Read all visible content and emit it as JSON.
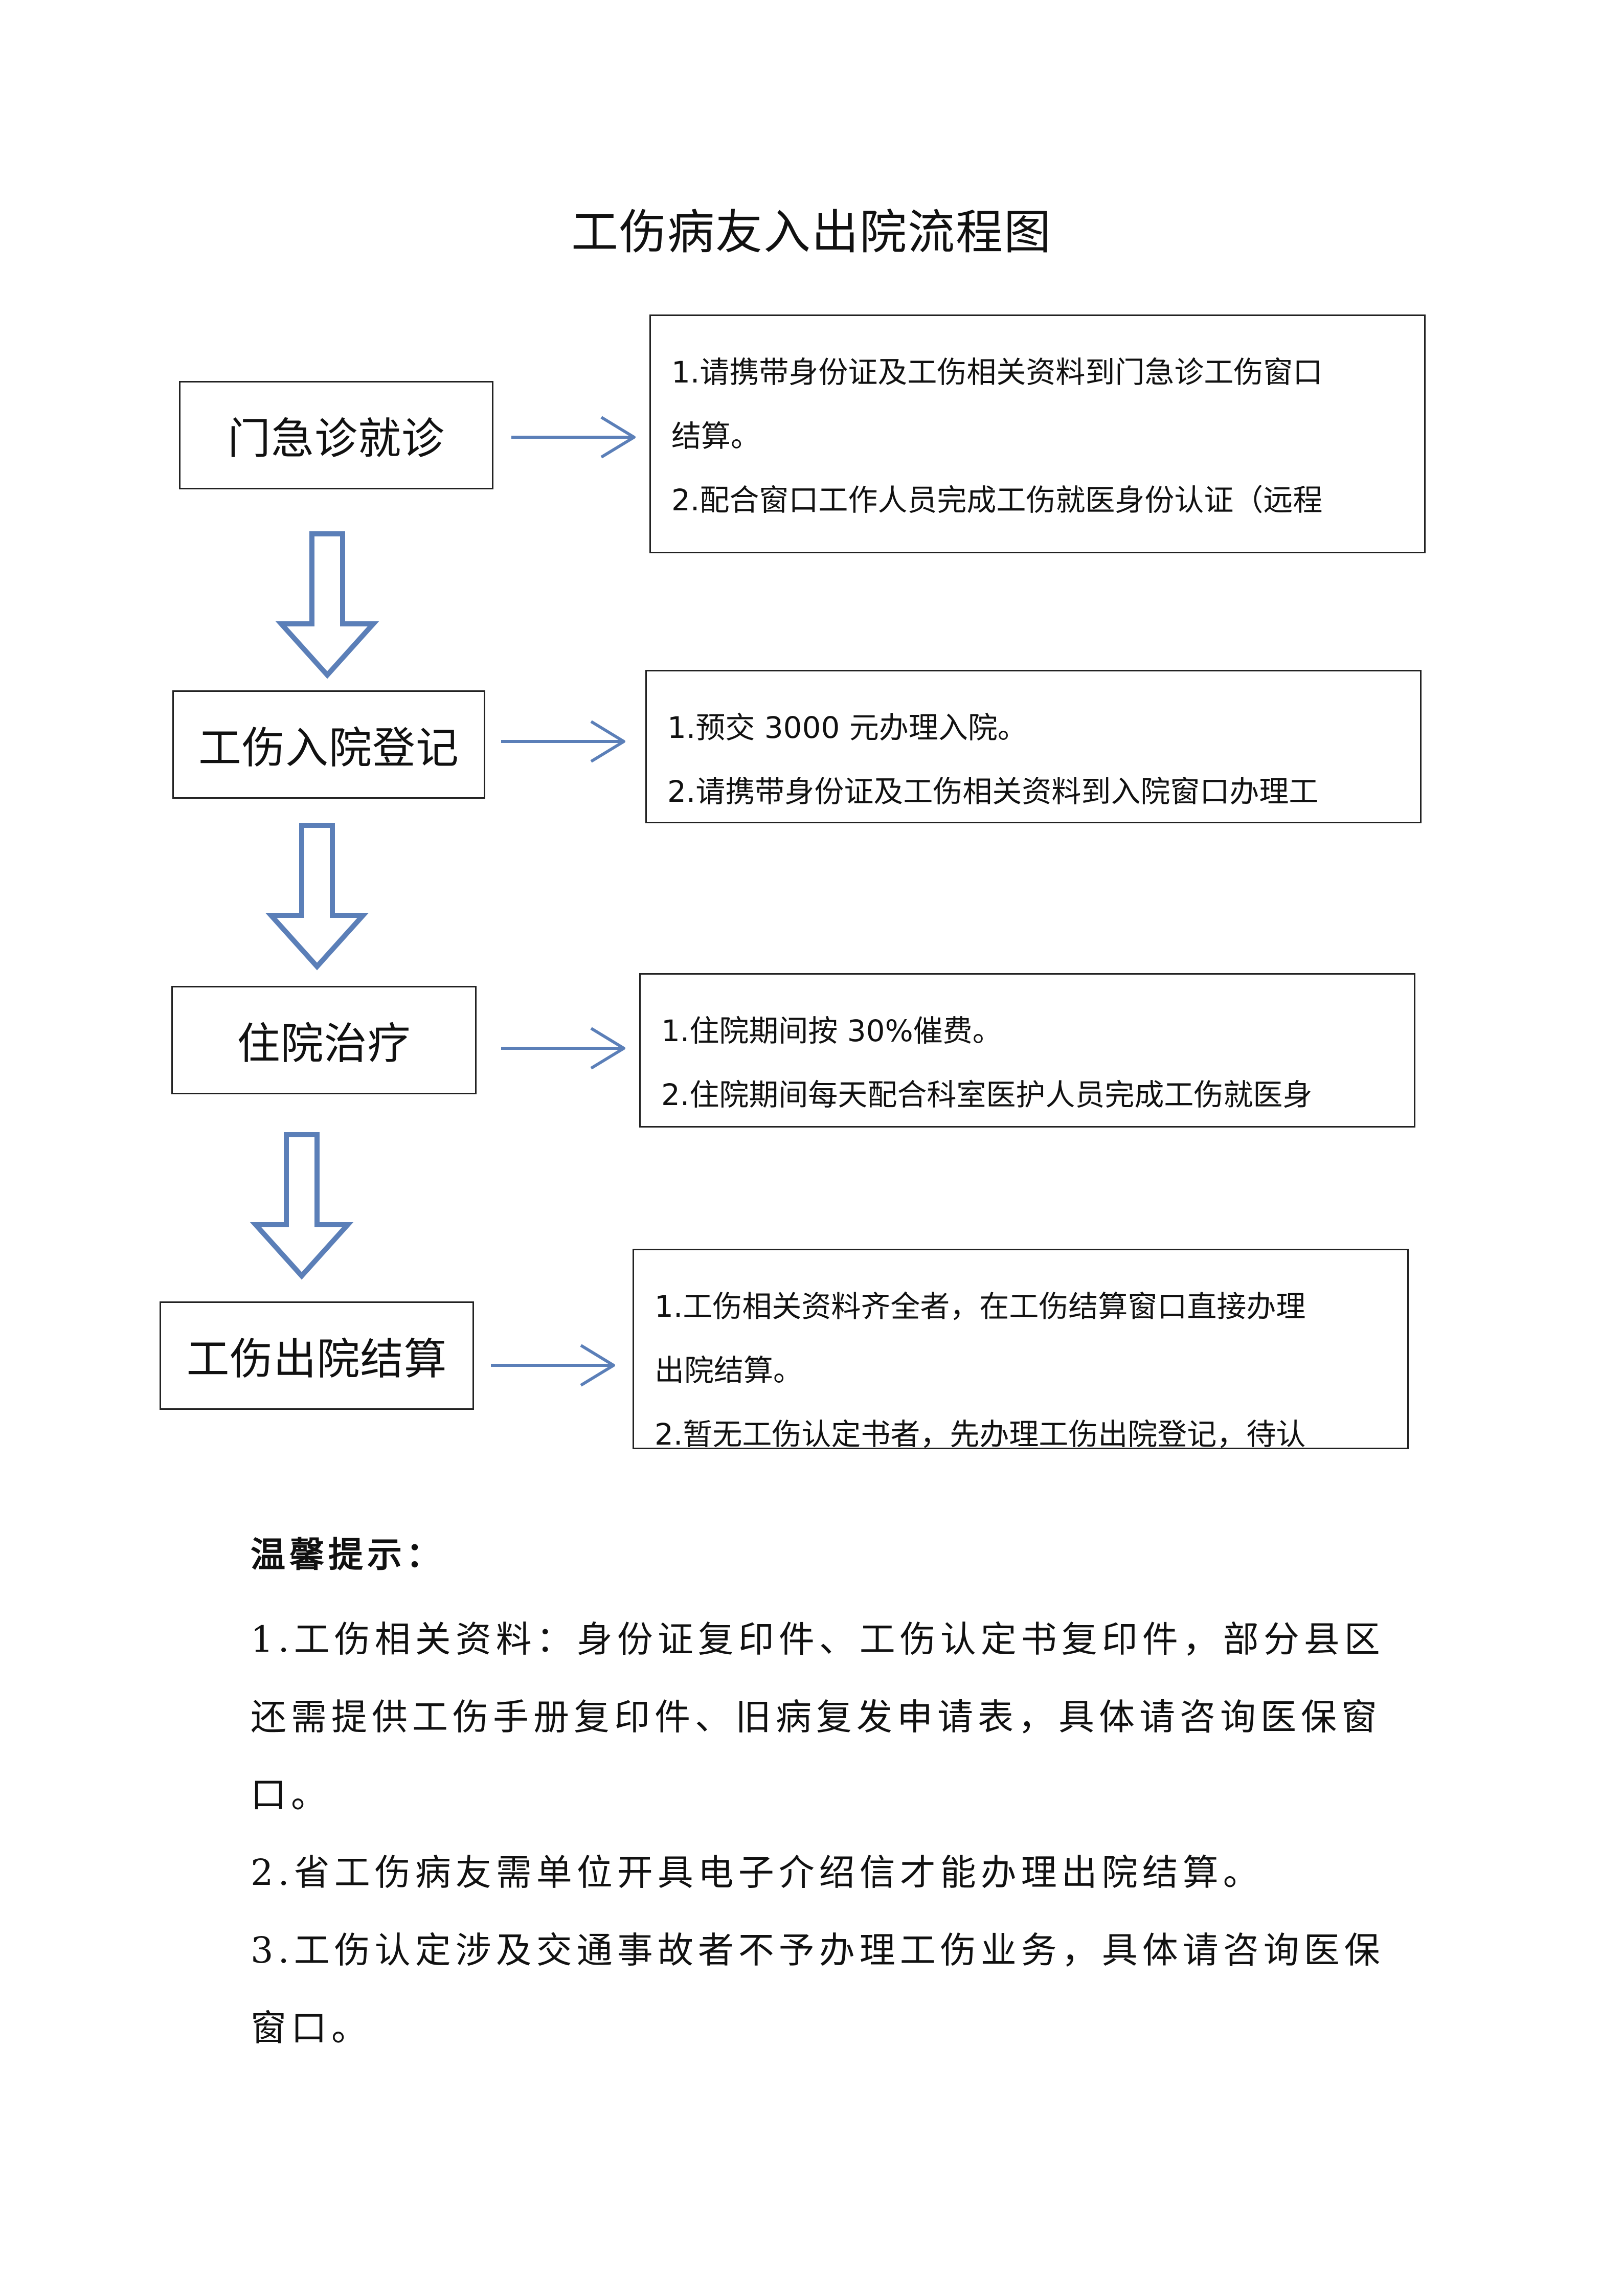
{
  "title": "工伤病友入出院流程图",
  "steps": [
    {
      "label": "门急诊就诊",
      "details": [
        "1.请携带身份证及工伤相关资料到门急诊工伤窗口",
        "结算。",
        "2.配合窗口工作人员完成工伤就医身份认证（远程"
      ]
    },
    {
      "label": "工伤入院登记",
      "details": [
        "1.预交 3000 元办理入院。",
        "2.请携带身份证及工伤相关资料到入院窗口办理工"
      ]
    },
    {
      "label": "住院治疗",
      "details": [
        "1.住院期间按 30%催费。",
        "2.住院期间每天配合科室医护人员完成工伤就医身"
      ]
    },
    {
      "label": "工伤出院结算",
      "details": [
        "1.工伤相关资料齐全者，在工伤结算窗口直接办理",
        "出院结算。",
        "2.暂无工伤认定书者，先办理工伤出院登记，待认"
      ]
    }
  ],
  "tips": {
    "title": "温馨提示：",
    "items": [
      "1.工伤相关资料：身份证复印件、工伤认定书复印件，部分县区还需提供工伤手册复印件、旧病复发申请表，具体请咨询医保窗口。",
      "2.省工伤病友需单位开具电子介绍信才能办理出院结算。",
      "3.工伤认定涉及交通事故者不予办理工伤业务，具体请咨询医保窗口。"
    ]
  },
  "colors": {
    "arrow_fill": "#ffffff",
    "arrow_stroke": "#5b7fb8",
    "border": "#222222",
    "text": "#111111"
  },
  "icons": [
    "down-arrow-icon",
    "right-arrow-icon"
  ]
}
